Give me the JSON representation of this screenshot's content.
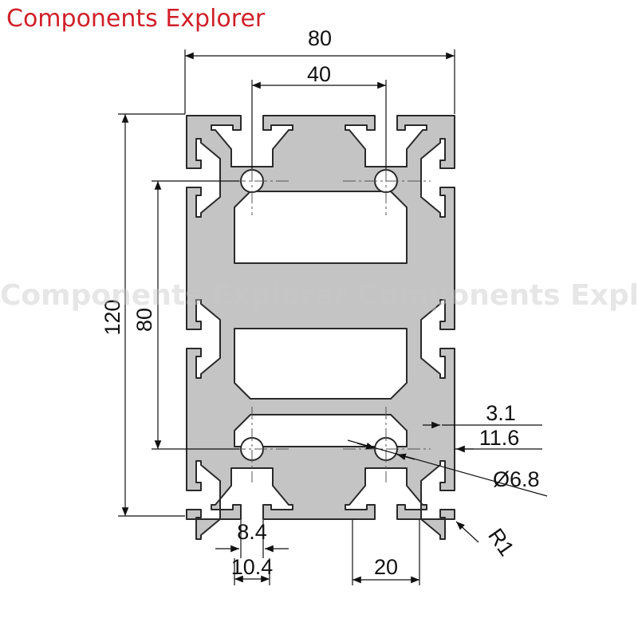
{
  "brand": {
    "title": "Components Explorer",
    "watermark": "Components Explorer Components Explorer",
    "title_color": "#d0202a",
    "watermark_color": "#c8c8c8"
  },
  "dimensions": {
    "overall_width": "80",
    "hole_spacing_horizontal": "40",
    "overall_height": "120",
    "hole_spacing_vertical": "80",
    "wall_thickness": "3.1",
    "slot_depth": "11.6",
    "hole_diameter": "Ø6.8",
    "corner_radius": "R1",
    "slot_opening": "8.4",
    "slot_width": "10.4",
    "module_pitch": "20"
  },
  "colors": {
    "profile_fill": "#c4c4c4",
    "outline": "#2a2a2a"
  }
}
